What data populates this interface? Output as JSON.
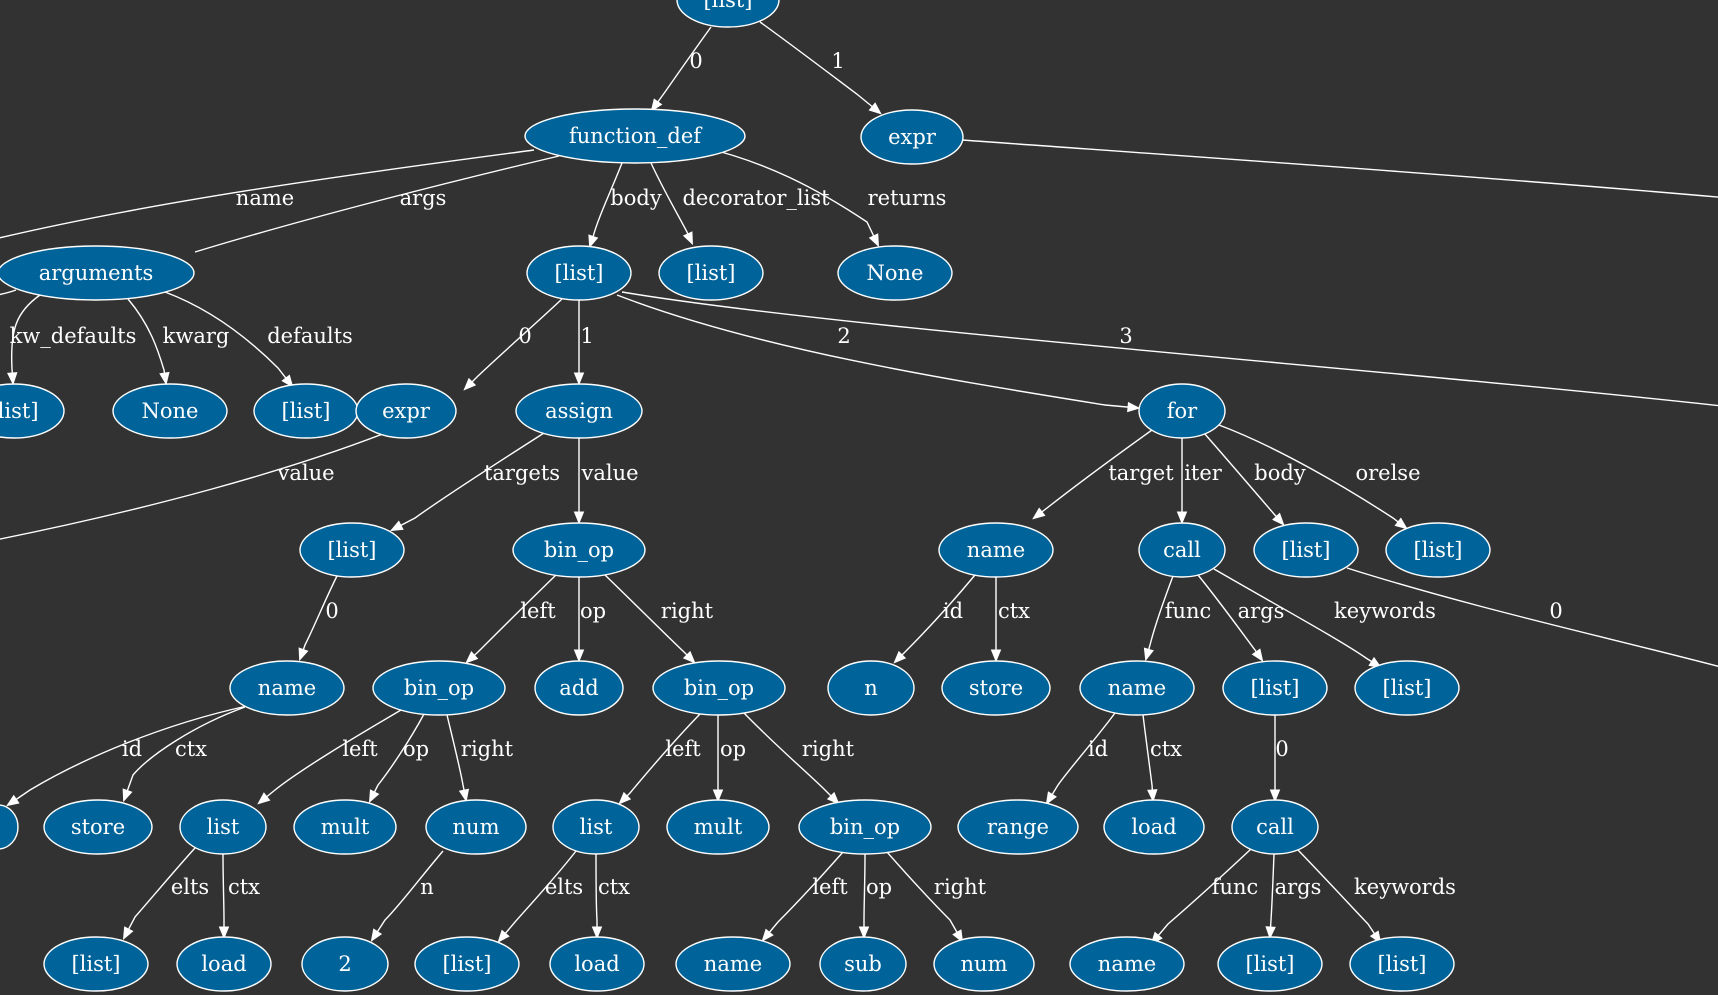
{
  "colors": {
    "background": "#323232",
    "node_fill": "#00649a",
    "stroke": "#ffffff",
    "text": "#ffffff"
  },
  "nodes": [
    {
      "id": "root",
      "label": "[list]"
    },
    {
      "id": "fd",
      "label": "function_def"
    },
    {
      "id": "expr_top",
      "label": "expr"
    },
    {
      "id": "args_node",
      "label": "arguments"
    },
    {
      "id": "body_list",
      "label": "[list]"
    },
    {
      "id": "dec_list",
      "label": "[list]"
    },
    {
      "id": "ret_none",
      "label": "None"
    },
    {
      "id": "kwdef_list",
      "label": "[list]"
    },
    {
      "id": "kwarg_none",
      "label": "None"
    },
    {
      "id": "defaults_list",
      "label": "[list]"
    },
    {
      "id": "expr1",
      "label": "expr"
    },
    {
      "id": "assign",
      "label": "assign"
    },
    {
      "id": "for",
      "label": "for"
    },
    {
      "id": "targets_list",
      "label": "[list]"
    },
    {
      "id": "bin_op1",
      "label": "bin_op"
    },
    {
      "id": "for_name",
      "label": "name"
    },
    {
      "id": "for_call",
      "label": "call"
    },
    {
      "id": "for_body",
      "label": "[list]"
    },
    {
      "id": "for_orelse",
      "label": "[list]"
    },
    {
      "id": "name_t",
      "label": "name"
    },
    {
      "id": "bin_op2",
      "label": "bin_op"
    },
    {
      "id": "add",
      "label": "add"
    },
    {
      "id": "bin_op3",
      "label": "bin_op"
    },
    {
      "id": "n_id",
      "label": "n"
    },
    {
      "id": "store2",
      "label": "store"
    },
    {
      "id": "call_name",
      "label": "name"
    },
    {
      "id": "call_args",
      "label": "[list]"
    },
    {
      "id": "call_kw",
      "label": "[list]"
    },
    {
      "id": "name_t_id",
      "label": ""
    },
    {
      "id": "store1",
      "label": "store"
    },
    {
      "id": "list1",
      "label": "list"
    },
    {
      "id": "mult1",
      "label": "mult"
    },
    {
      "id": "num1",
      "label": "num"
    },
    {
      "id": "list2",
      "label": "list"
    },
    {
      "id": "mult2",
      "label": "mult"
    },
    {
      "id": "bin_op4",
      "label": "bin_op"
    },
    {
      "id": "range",
      "label": "range"
    },
    {
      "id": "load_r",
      "label": "load"
    },
    {
      "id": "call2",
      "label": "call"
    },
    {
      "id": "list1_elts",
      "label": "[list]"
    },
    {
      "id": "load1",
      "label": "load"
    },
    {
      "id": "two",
      "label": "2"
    },
    {
      "id": "list2_elts",
      "label": "[list]"
    },
    {
      "id": "load2",
      "label": "load"
    },
    {
      "id": "b4_name",
      "label": "name"
    },
    {
      "id": "sub",
      "label": "sub"
    },
    {
      "id": "b4_num",
      "label": "num"
    },
    {
      "id": "c2_name",
      "label": "name"
    },
    {
      "id": "c2_args",
      "label": "[list]"
    },
    {
      "id": "c2_kw",
      "label": "[list]"
    }
  ],
  "edges": [
    {
      "from": "root",
      "to": "fd",
      "label": "0"
    },
    {
      "from": "root",
      "to": "expr_top",
      "label": "1"
    },
    {
      "from": "fd",
      "to": "ext_name",
      "label": "name"
    },
    {
      "from": "fd",
      "to": "args_node",
      "label": "args"
    },
    {
      "from": "fd",
      "to": "body_list",
      "label": "body"
    },
    {
      "from": "fd",
      "to": "dec_list",
      "label": "decorator_list"
    },
    {
      "from": "fd",
      "to": "ret_none",
      "label": "returns"
    },
    {
      "from": "expr_top",
      "to": "ext_right",
      "label": ""
    },
    {
      "from": "args_node",
      "to": "ext_args",
      "label": ""
    },
    {
      "from": "args_node",
      "to": "kwdef_list",
      "label": "kw_defaults"
    },
    {
      "from": "args_node",
      "to": "kwarg_none",
      "label": "kwarg"
    },
    {
      "from": "args_node",
      "to": "defaults_list",
      "label": "defaults"
    },
    {
      "from": "body_list",
      "to": "expr1",
      "label": "0"
    },
    {
      "from": "body_list",
      "to": "assign",
      "label": "1"
    },
    {
      "from": "body_list",
      "to": "for",
      "label": "2"
    },
    {
      "from": "body_list",
      "to": "ext_body3",
      "label": "3"
    },
    {
      "from": "expr1",
      "to": "ext_value",
      "label": "value"
    },
    {
      "from": "assign",
      "to": "targets_list",
      "label": "targets"
    },
    {
      "from": "assign",
      "to": "bin_op1",
      "label": "value"
    },
    {
      "from": "for",
      "to": "for_name",
      "label": "target"
    },
    {
      "from": "for",
      "to": "for_call",
      "label": "iter"
    },
    {
      "from": "for",
      "to": "for_body",
      "label": "body"
    },
    {
      "from": "for",
      "to": "for_orelse",
      "label": "orelse"
    },
    {
      "from": "for_body",
      "to": "ext_forbody",
      "label": "0"
    },
    {
      "from": "targets_list",
      "to": "name_t",
      "label": "0"
    },
    {
      "from": "bin_op1",
      "to": "bin_op2",
      "label": "left"
    },
    {
      "from": "bin_op1",
      "to": "add",
      "label": "op"
    },
    {
      "from": "bin_op1",
      "to": "bin_op3",
      "label": "right"
    },
    {
      "from": "for_name",
      "to": "n_id",
      "label": "id"
    },
    {
      "from": "for_name",
      "to": "store2",
      "label": "ctx"
    },
    {
      "from": "for_call",
      "to": "call_name",
      "label": "func"
    },
    {
      "from": "for_call",
      "to": "call_args",
      "label": "args"
    },
    {
      "from": "for_call",
      "to": "call_kw",
      "label": "keywords"
    },
    {
      "from": "name_t",
      "to": "name_t_id",
      "label": "id"
    },
    {
      "from": "name_t",
      "to": "store1",
      "label": "ctx"
    },
    {
      "from": "bin_op2",
      "to": "list1",
      "label": "left"
    },
    {
      "from": "bin_op2",
      "to": "mult1",
      "label": "op"
    },
    {
      "from": "bin_op2",
      "to": "num1",
      "label": "right"
    },
    {
      "from": "bin_op3",
      "to": "list2",
      "label": "left"
    },
    {
      "from": "bin_op3",
      "to": "mult2",
      "label": "op"
    },
    {
      "from": "bin_op3",
      "to": "bin_op4",
      "label": "right"
    },
    {
      "from": "call_name",
      "to": "range",
      "label": "id"
    },
    {
      "from": "call_name",
      "to": "load_r",
      "label": "ctx"
    },
    {
      "from": "call_args",
      "to": "call2",
      "label": "0"
    },
    {
      "from": "list1",
      "to": "list1_elts",
      "label": "elts"
    },
    {
      "from": "list1",
      "to": "load1",
      "label": "ctx"
    },
    {
      "from": "num1",
      "to": "two",
      "label": "n"
    },
    {
      "from": "list2",
      "to": "list2_elts",
      "label": "elts"
    },
    {
      "from": "list2",
      "to": "load2",
      "label": "ctx"
    },
    {
      "from": "bin_op4",
      "to": "b4_name",
      "label": "left"
    },
    {
      "from": "bin_op4",
      "to": "sub",
      "label": "op"
    },
    {
      "from": "bin_op4",
      "to": "b4_num",
      "label": "right"
    },
    {
      "from": "call2",
      "to": "c2_name",
      "label": "func"
    },
    {
      "from": "call2",
      "to": "c2_args",
      "label": "args"
    },
    {
      "from": "call2",
      "to": "c2_kw",
      "label": "keywords"
    }
  ]
}
